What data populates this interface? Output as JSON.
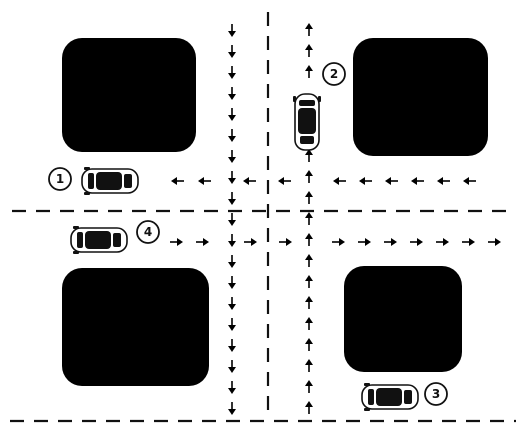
{
  "colors": {
    "block": "#000000",
    "road_line": "#111111",
    "arrow": "#000000",
    "car_body": "#ffffff",
    "car_glass": "#111111"
  },
  "city_blocks": [
    "top-left-block",
    "top-right-block",
    "bottom-left-block",
    "bottom-right-block"
  ],
  "lane_arrows": [
    {
      "lane": "southbound-left",
      "direction": "down"
    },
    {
      "lane": "northbound-right",
      "direction": "up"
    },
    {
      "lane": "westbound-top",
      "direction": "left"
    },
    {
      "lane": "eastbound-bottom",
      "direction": "right"
    }
  ],
  "cars": [
    {
      "number": "1",
      "facing": "left",
      "icon": "car-icon"
    },
    {
      "number": "2",
      "facing": "up",
      "icon": "car-icon"
    },
    {
      "number": "3",
      "facing": "left",
      "icon": "car-icon"
    },
    {
      "number": "4",
      "facing": "left",
      "icon": "car-icon"
    }
  ]
}
